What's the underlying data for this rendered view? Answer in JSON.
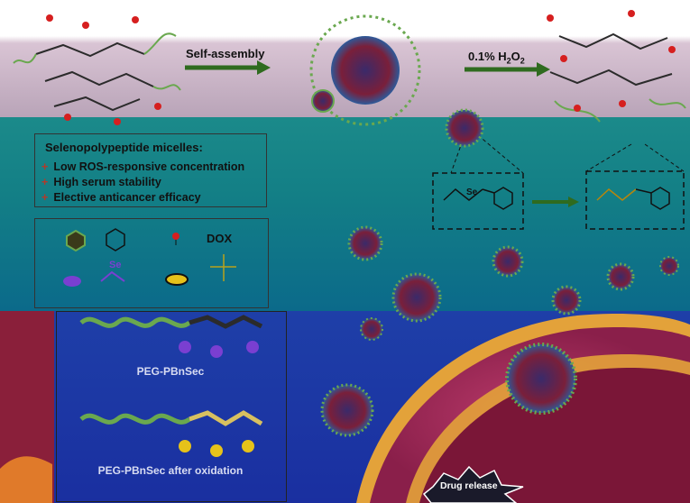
{
  "labels": {
    "self_assembly": "Self-assembly",
    "oxidant": "0.1% H2O2",
    "props_title": "Selenopolypeptide micelles:",
    "props": [
      "Low ROS-responsive concentration",
      "High serum stability",
      "Elective anticancer efficacy"
    ],
    "dox": "DOX",
    "se": "Se",
    "chain1": "PEG-PBnSec",
    "chain2": "PEG-PBnSec after oxidation",
    "drug_release": "Drug release"
  },
  "colors": {
    "peg_green": "#6aa84f",
    "backbone": "#2b2b2b",
    "dox_red": "#d61f1f",
    "se_purple": "#7a3fd1",
    "membrane_pink": "#d9537a",
    "lipid_yellow": "#e6c21a",
    "arrow_green": "#2f6b1f"
  }
}
